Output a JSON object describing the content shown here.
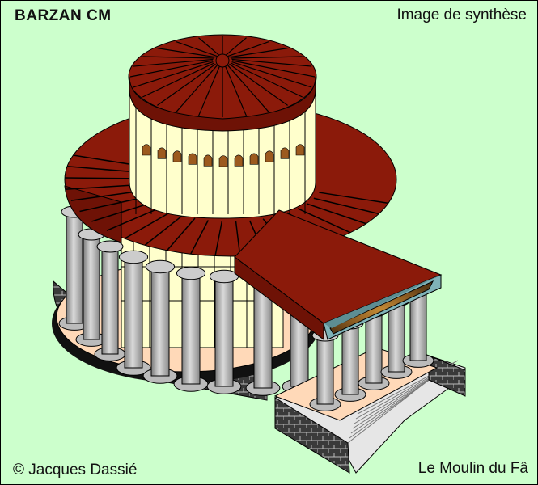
{
  "header": {
    "title": "BARZAN  CM",
    "subtitle": "Image de synthèse"
  },
  "footer": {
    "copyright": "©  Jacques Dassié",
    "site": "Le Moulin du Fâ"
  },
  "colors": {
    "background": "#ccffcc",
    "roof": "#8b1a0a",
    "roof_dark": "#6e1206",
    "wall": "#ffffcc",
    "window": "#9c5a1e",
    "column": "#a9a9a9",
    "column_light": "#dcdcdc",
    "podium": "#ffd9b8",
    "base": "#000000",
    "pediment_frame": "#7fb3b8",
    "pediment_fill": "#b07a2a"
  }
}
